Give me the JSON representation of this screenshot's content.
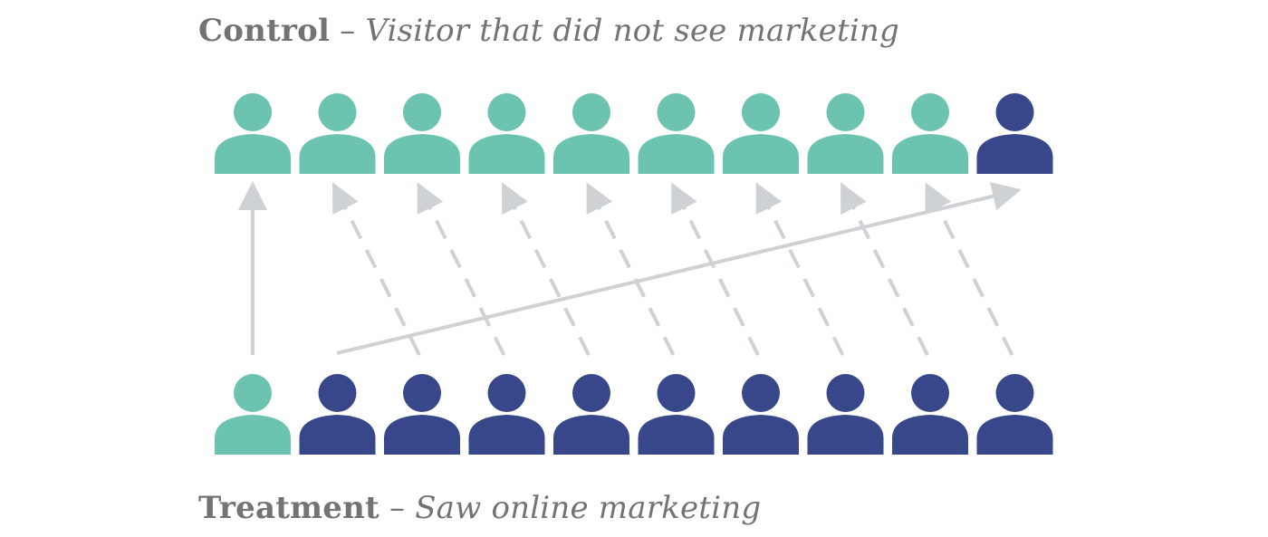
{
  "colors": {
    "green": "#6cc4b0",
    "navy": "#374789",
    "arrow": "#cfd2d4",
    "text": "#737373"
  },
  "control": {
    "title": "Control",
    "separator": "–",
    "description": "Visitor that did not see marketing",
    "people": [
      "green",
      "green",
      "green",
      "green",
      "green",
      "green",
      "green",
      "green",
      "green",
      "navy"
    ]
  },
  "treatment": {
    "title": "Treatment",
    "separator": "–",
    "description": "Saw online marketing",
    "people": [
      "green",
      "navy",
      "navy",
      "navy",
      "navy",
      "navy",
      "navy",
      "navy",
      "navy",
      "navy"
    ]
  },
  "arrows": [
    {
      "from": 0,
      "to": 0,
      "style": "solid"
    },
    {
      "from": 1,
      "to": 9,
      "style": "solid"
    },
    {
      "from": 2,
      "to": 1,
      "style": "dashed"
    },
    {
      "from": 3,
      "to": 2,
      "style": "dashed"
    },
    {
      "from": 4,
      "to": 3,
      "style": "dashed"
    },
    {
      "from": 5,
      "to": 4,
      "style": "dashed"
    },
    {
      "from": 6,
      "to": 5,
      "style": "dashed"
    },
    {
      "from": 7,
      "to": 6,
      "style": "dashed"
    },
    {
      "from": 8,
      "to": 7,
      "style": "dashed"
    },
    {
      "from": 9,
      "to": 8,
      "style": "dashed"
    }
  ]
}
